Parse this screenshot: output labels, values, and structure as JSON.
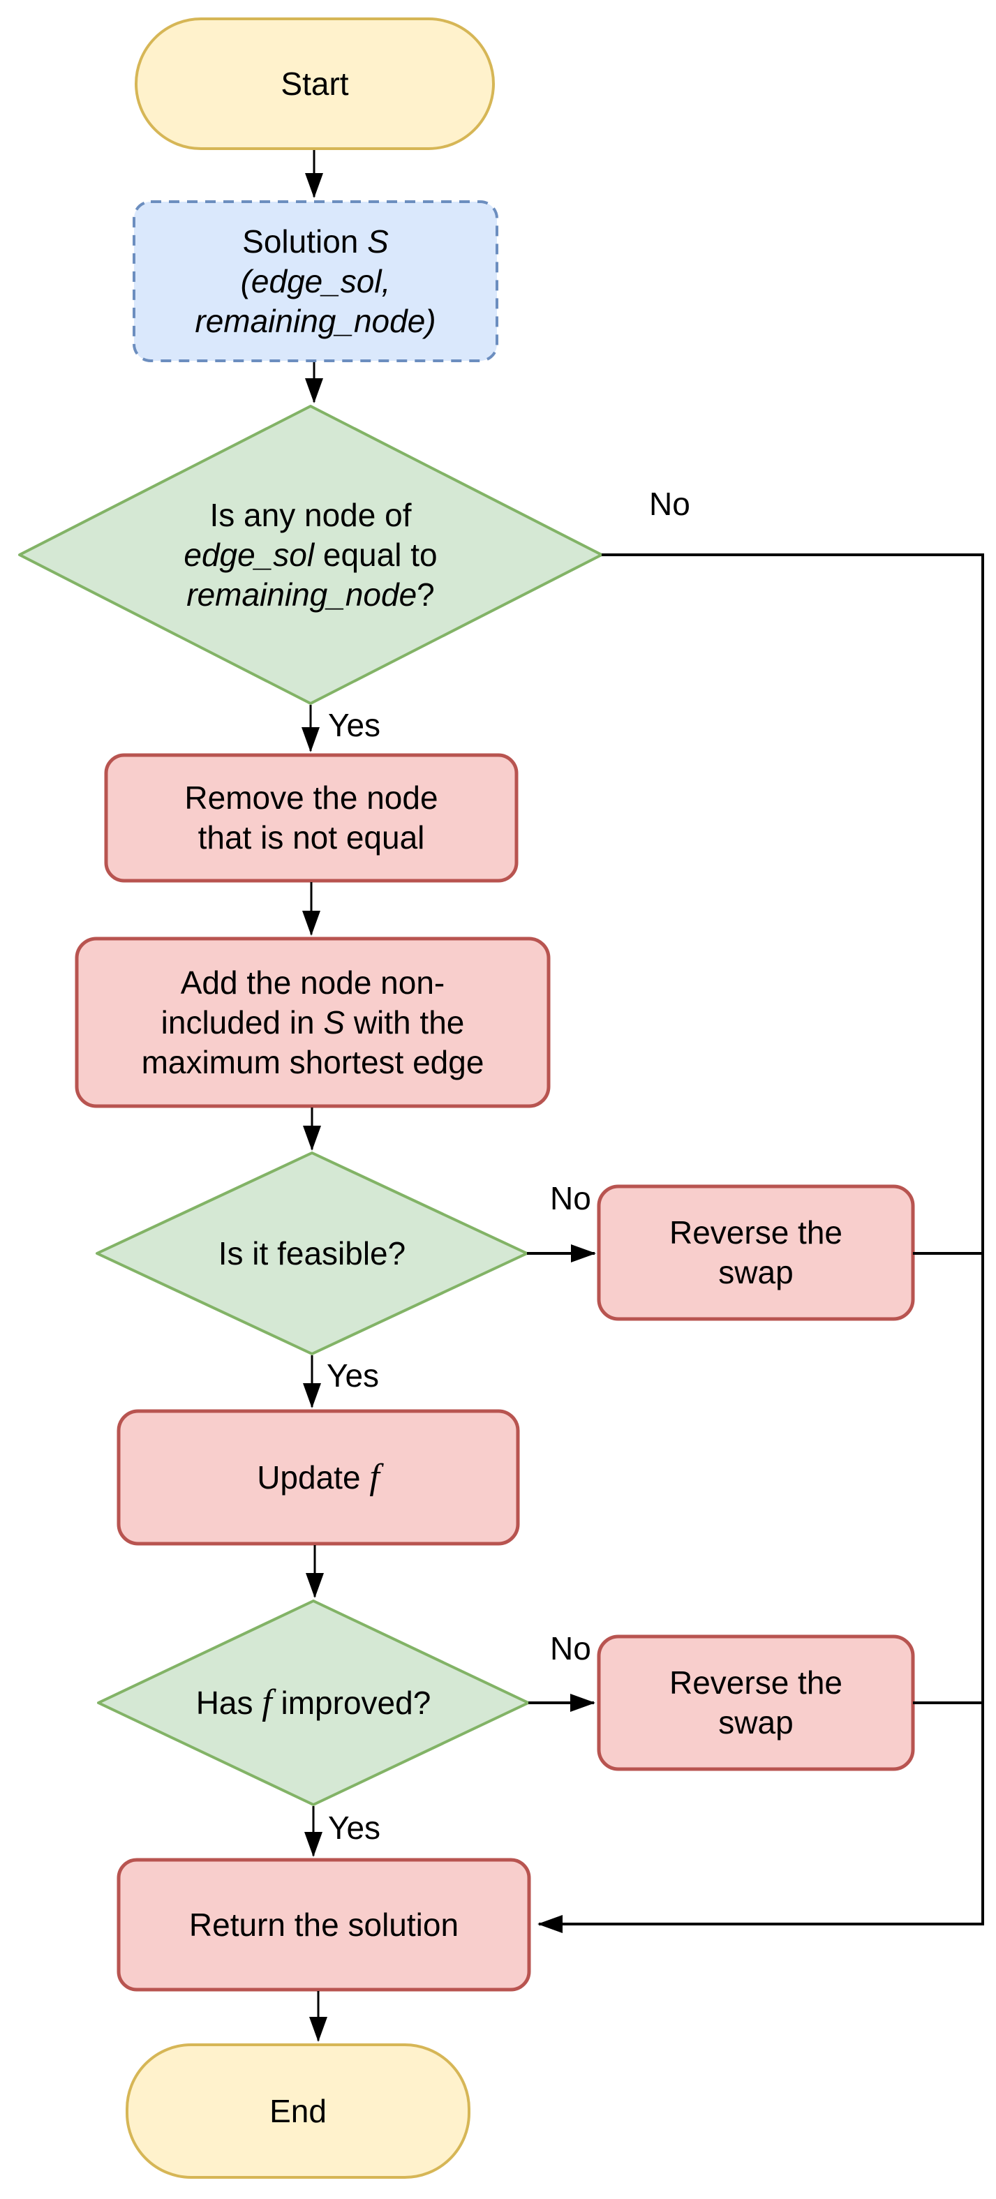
{
  "diagram": {
    "background": "#ffffff",
    "colors": {
      "terminal_fill": "#fff2cc",
      "terminal_stroke": "#d6b656",
      "data_fill": "#dae8fc",
      "data_stroke": "#6c8ebf",
      "decision_fill": "#d5e8d4",
      "decision_stroke": "#82b366",
      "process_fill": "#f8cecc",
      "process_stroke": "#b85450",
      "connector": "#000000"
    },
    "nodes": {
      "start": {
        "label": "Start"
      },
      "solution": {
        "title": "Solution",
        "var_s": "S",
        "line2": "(edge_sol,",
        "line3": "remaining_node)"
      },
      "decision1": {
        "line1": "Is any node of",
        "line2_var": "edge_sol",
        "line2_text": "equal to",
        "line3_var": "remaining_node",
        "line3_suffix": "?"
      },
      "remove": {
        "line1": "Remove the node",
        "line2": "that is not equal"
      },
      "add": {
        "line1": "Add the node non-",
        "line2_pre": "included in",
        "line2_var": "S",
        "line2_post": "with the",
        "line3": "maximum shortest edge"
      },
      "decision2": {
        "label": "Is it feasible?"
      },
      "reverse1": {
        "line1": "Reverse the",
        "line2": "swap"
      },
      "update": {
        "text": "Update",
        "var_f": "f"
      },
      "decision3": {
        "pre": "Has",
        "var_f": "f",
        "post": "improved?"
      },
      "reverse2": {
        "line1": "Reverse the",
        "line2": "swap"
      },
      "return": {
        "label": "Return the solution"
      },
      "end": {
        "label": "End"
      }
    },
    "edge_labels": {
      "decision1_no": "No",
      "decision1_yes": "Yes",
      "decision2_no": "No",
      "decision2_yes": "Yes",
      "decision3_no": "No",
      "decision3_yes": "Yes"
    }
  }
}
